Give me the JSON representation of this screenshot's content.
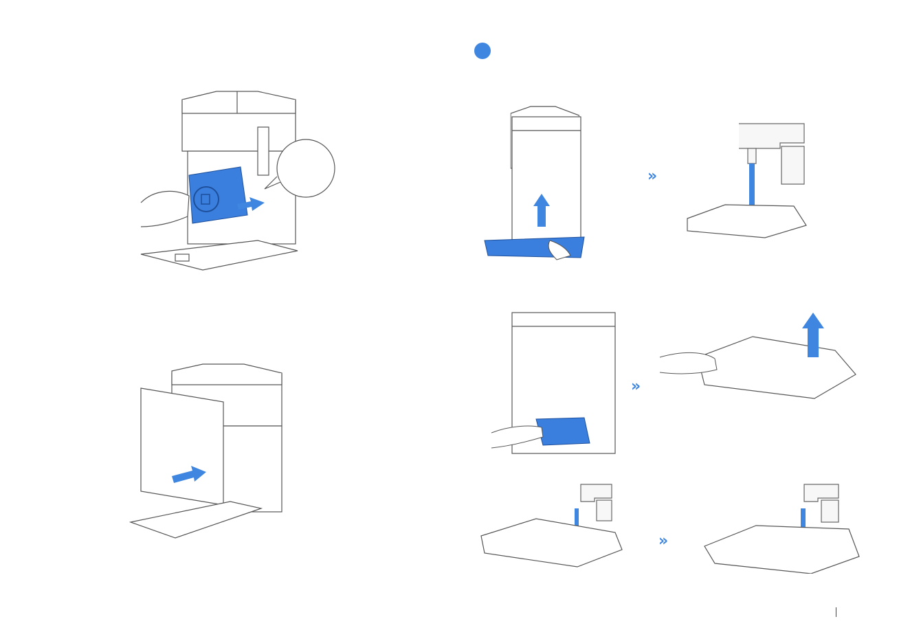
{
  "colors": {
    "accent": "#3f86e0",
    "part": "#3b7fde",
    "line": "#555555",
    "light": "#f7f7f7"
  },
  "step_marker": {
    "icon": "step-circle-icon"
  },
  "arrows": {
    "chevron": "»"
  },
  "illustrations": [
    {
      "name": "install-dust-bag",
      "icon": "dust-bag-icon"
    },
    {
      "name": "attach-front-cover",
      "icon": "front-cover-icon"
    },
    {
      "name": "remove-base-plate",
      "icon": "base-plate-icon"
    },
    {
      "name": "rinse-base-plate",
      "icon": "faucet-icon"
    },
    {
      "name": "remove-wash-tray",
      "icon": "wash-tray-icon"
    },
    {
      "name": "lift-out-filter",
      "icon": "up-arrow-icon"
    },
    {
      "name": "brush-tray-under-water",
      "icon": "brush-icon"
    },
    {
      "name": "brush-basin-under-water",
      "icon": "brush-icon"
    }
  ]
}
